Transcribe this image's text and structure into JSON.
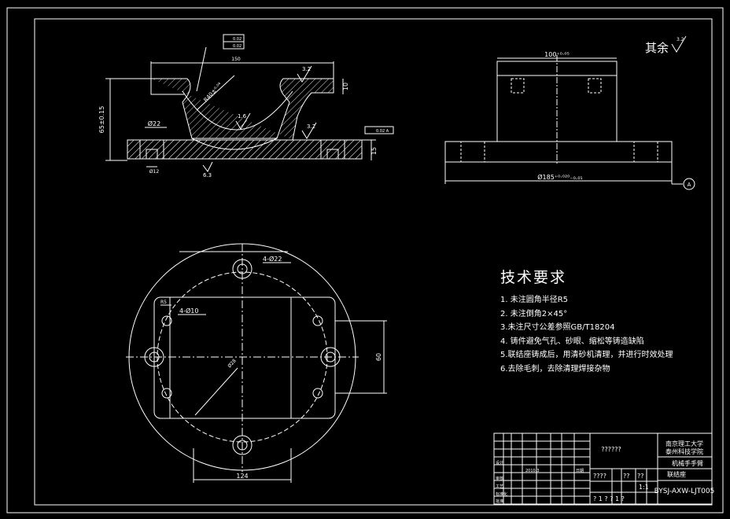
{
  "colors": {
    "background": "#000000",
    "lines": "#ffffff",
    "hatch": "#ffffff"
  },
  "section_view": {
    "dim_top_width": "150",
    "dim_height": "65±0.15",
    "dim_hole_dia": "Ø22",
    "dim_counterbore": "Ø12",
    "dim_thickness_right": "10",
    "dim_base_thickness": "15",
    "dim_radius": "R40±⁰·⁰⁴",
    "roughness_top": "3.2",
    "roughness_arc": "1.6",
    "roughness_side": "3.2",
    "roughness_bottom": "6.3",
    "gdt_top_1": "0.02",
    "gdt_top_2": "0.02",
    "gdt_right": "0.02 A"
  },
  "front_view": {
    "dim_width": "100⁺⁰·⁰⁵",
    "dim_base_dia": "Ø185⁺⁰·⁰²⁰₋₀.₀₁",
    "datum": "A"
  },
  "plan_view": {
    "dim_outer_holes": "4-Ø22",
    "dim_inner_holes": "4-Ø10",
    "dim_corner_radius": "R5",
    "dim_circle": "Ø28",
    "dim_height": "60",
    "dim_width": "124"
  },
  "surface_finish_note": {
    "label": "其余",
    "value": "3.2"
  },
  "tech_requirements": {
    "title": "技术要求",
    "items": [
      "1.  未注圆角半径R5",
      "2.  未注倒角2×45°",
      "3.未注尺寸公差参照GB/T18204",
      "4.  铸件避免气孔、砂眼、缩松等铸造缺陷",
      "5.联结座铸成后，用清砂机清理，并进行时效处理",
      "6.去除毛刺，去除清理焊接杂物"
    ]
  },
  "title_block": {
    "center_text": "??????",
    "university_line1": "南京理工大学",
    "university_line2": "泰州科技学院",
    "part_name_line1": "机械手手臂",
    "part_name_line2": "联结座",
    "drawing_no": "BYSJ-AXW-LJT005",
    "scale": "1:1",
    "marks_left": "????",
    "marks_mid": "??",
    "marks_right": "??",
    "bottom_marks": "? 1 ?  ? 1 ?",
    "row_labels": [
      "设计",
      "审核",
      "工艺",
      "标准化",
      "批准",
      "日期"
    ],
    "date_value": "2010.3"
  }
}
